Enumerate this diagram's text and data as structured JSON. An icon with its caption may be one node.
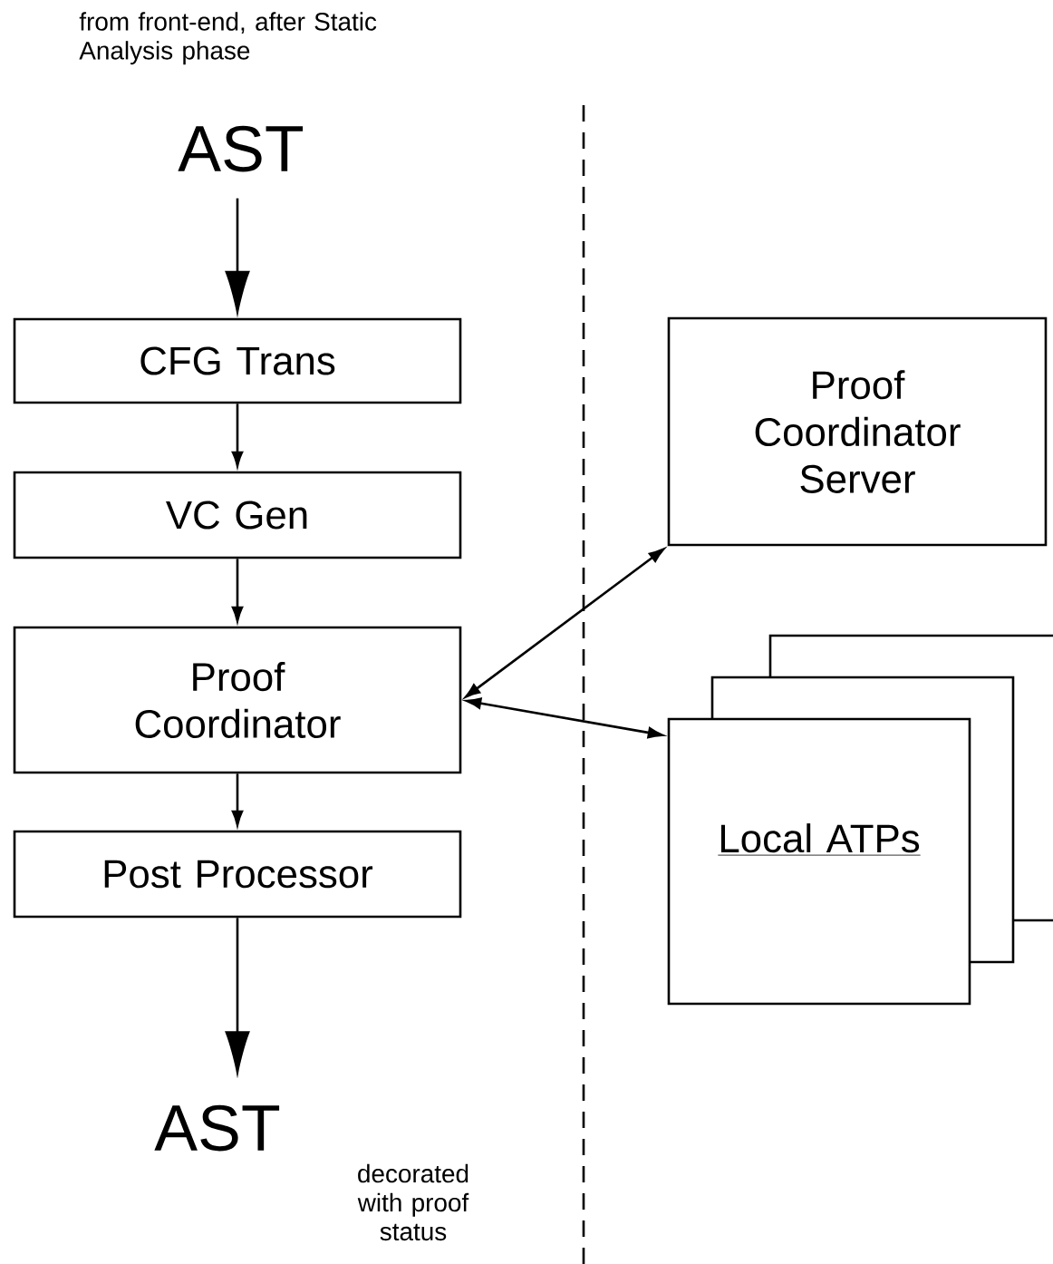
{
  "diagram": {
    "nodes": [
      {
        "text": [
          "AST"
        ],
        "beside": [
          "from front-end, after Static Analysis phase"
        ]
      },
      {
        "text": [
          "CFG Trans"
        ]
      },
      {
        "text": [
          "VC Gen"
        ]
      },
      {
        "text": [
          "Proof Coordinator"
        ]
      },
      {
        "text": [
          "Post Processor"
        ]
      },
      {
        "text": [
          "AST"
        ],
        "beside": [
          "decorated with proof status"
        ]
      },
      {
        "text": [
          "Proof Coordinator Server"
        ]
      },
      {
        "text": [
          "Local ATPs"
        ]
      }
    ],
    "edges": [
      {
        "from": 0,
        "to": 1,
        "arrow": "to"
      },
      {
        "from": 1,
        "to": 2,
        "arrow": "to"
      },
      {
        "from": 2,
        "to": 3,
        "arrow": "to"
      },
      {
        "from": 3,
        "to": 4,
        "arrow": "to"
      },
      {
        "from": 4,
        "to": 5,
        "arrow": "to"
      },
      {
        "from": 3,
        "to": 6,
        "arrow": "both"
      },
      {
        "from": 3,
        "to": 7,
        "arrow": "both"
      }
    ]
  }
}
